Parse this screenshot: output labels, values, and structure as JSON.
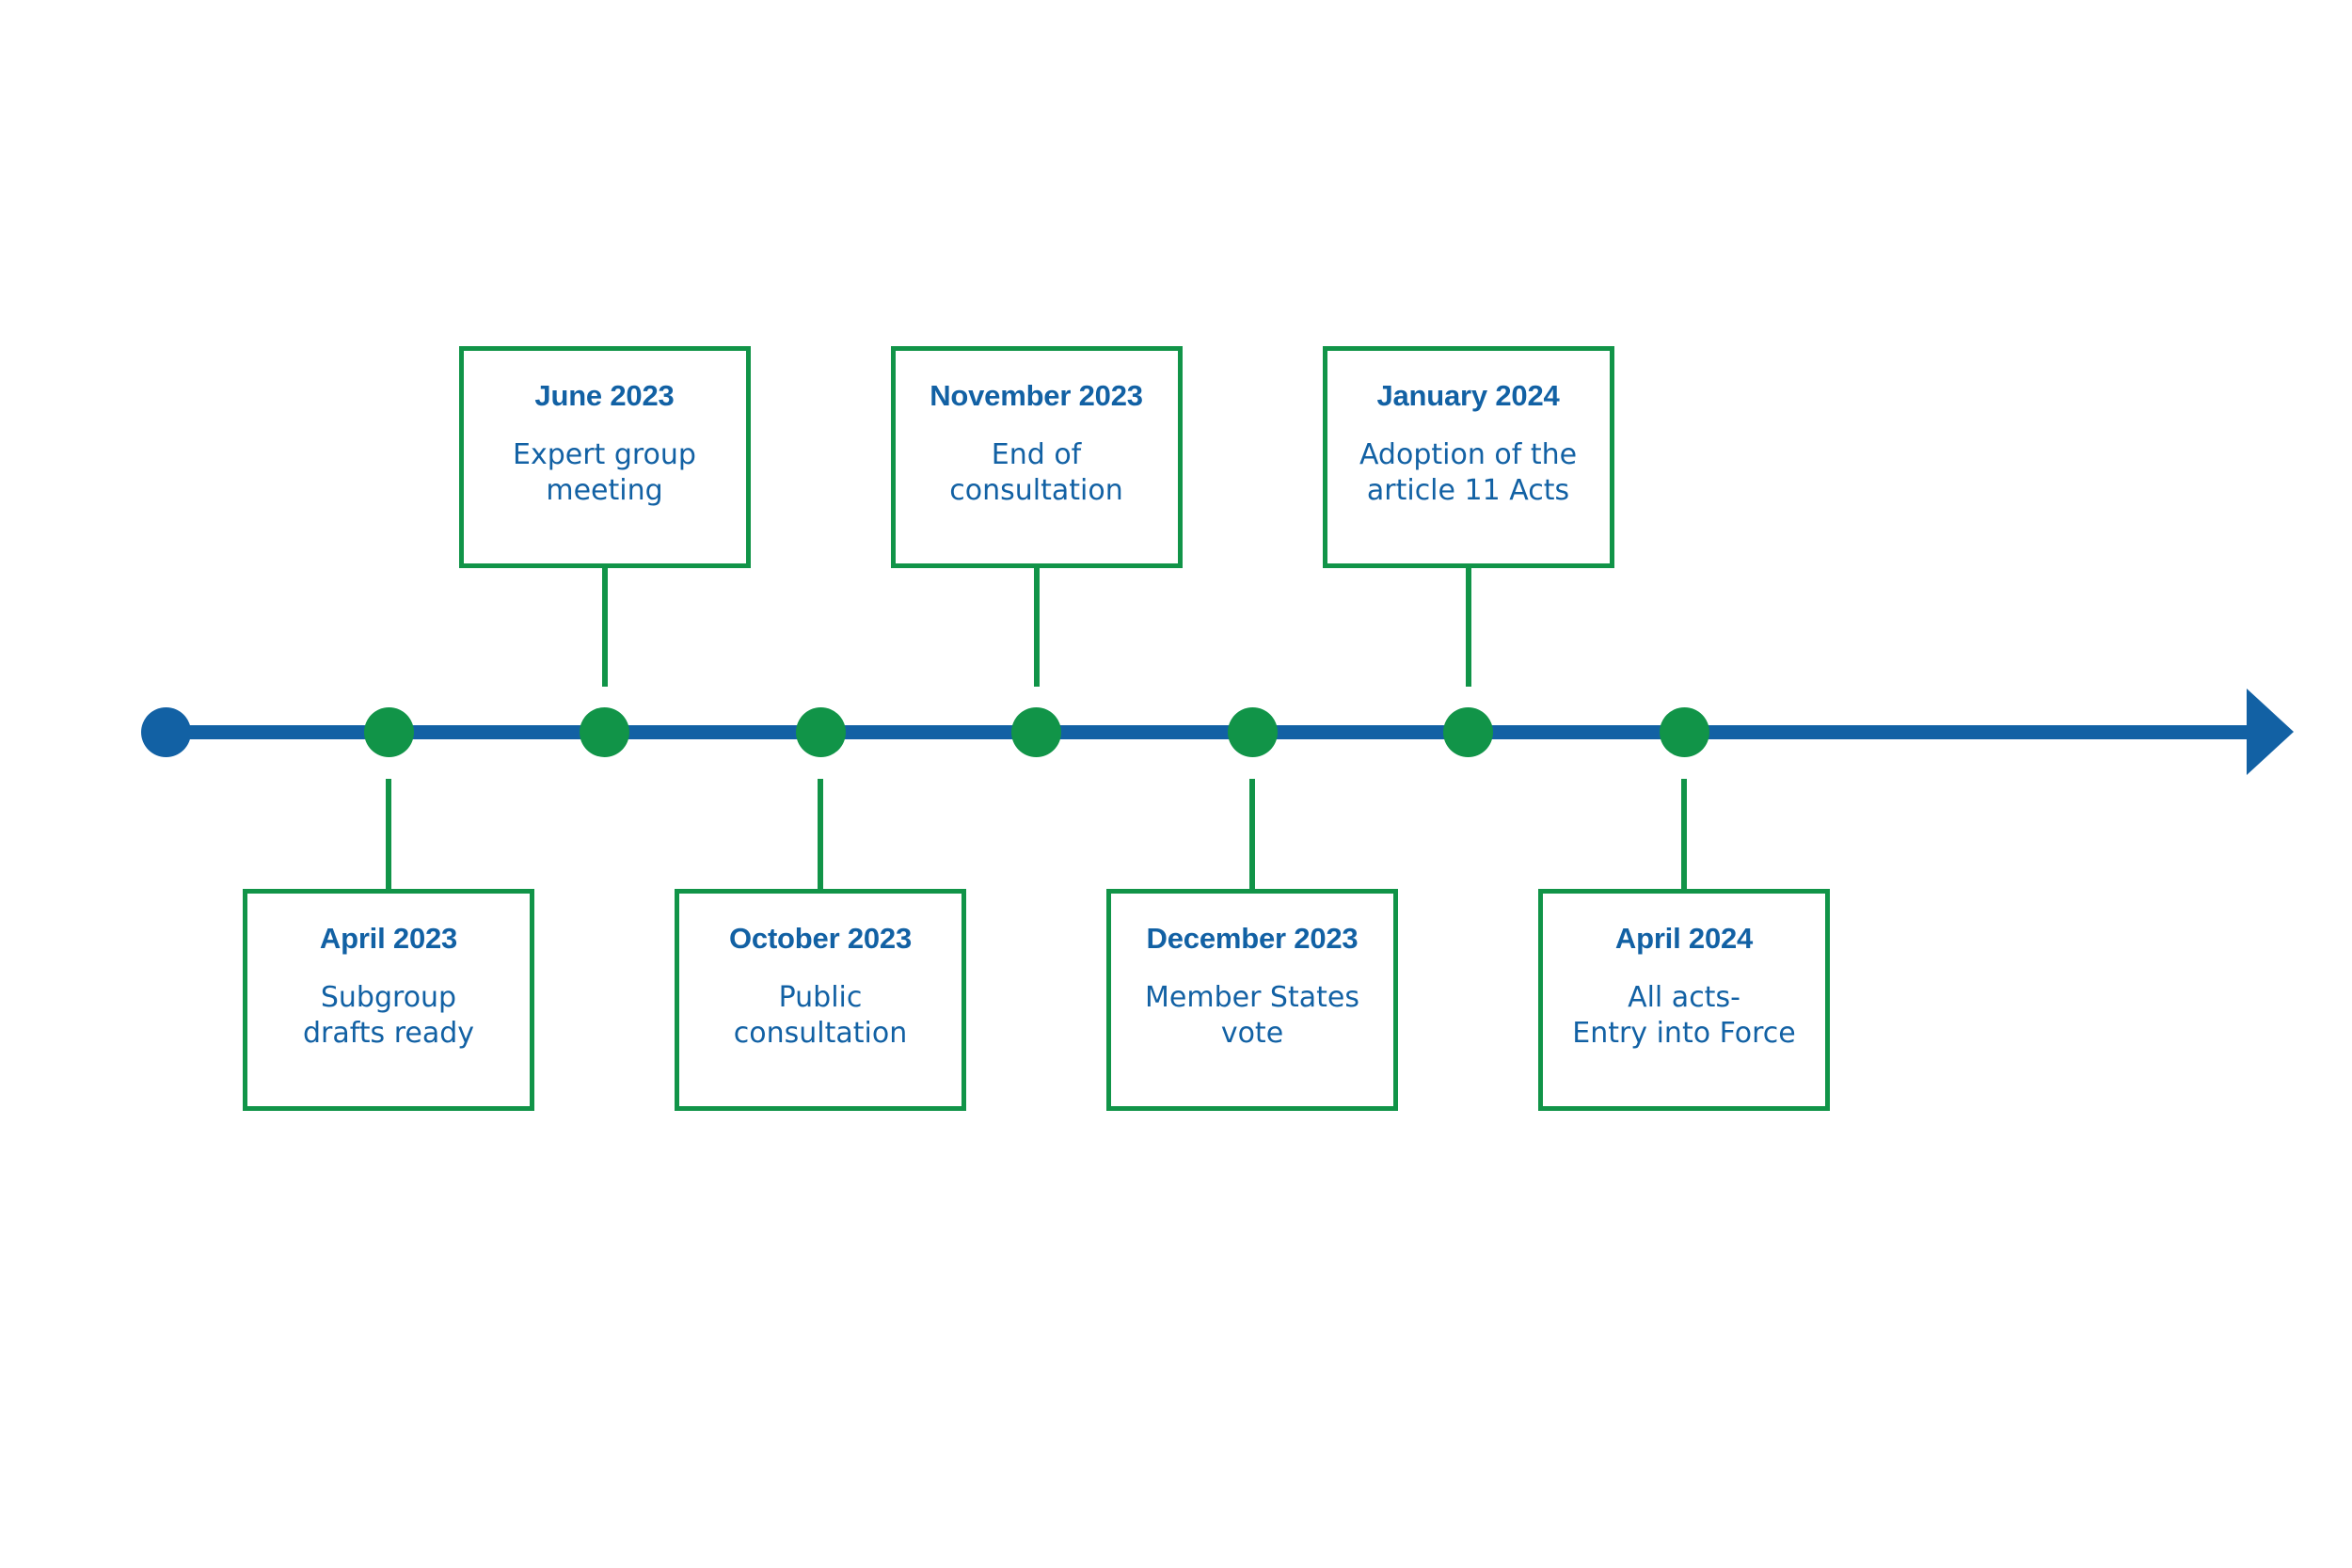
{
  "diagram": {
    "type": "timeline",
    "title": "",
    "colors": {
      "line": "#1261A4",
      "node": "#119448",
      "card_border": "#119448",
      "date_text": "#1261A4",
      "desc_text": "#1261A4",
      "background": "#ffffff"
    },
    "axis": {
      "start_marker": "start-dot",
      "end_marker": "arrow-right",
      "direction": "left-to-right"
    },
    "events": [
      {
        "id": "april-2023",
        "date": "April 2023",
        "description": "Subgroup\ndrafts ready",
        "position": "below",
        "index": 0
      },
      {
        "id": "june-2023",
        "date": "June 2023",
        "description": "Expert group\nmeeting",
        "position": "above",
        "index": 1
      },
      {
        "id": "october-2023",
        "date": "October 2023",
        "description": "Public\nconsultation",
        "position": "below",
        "index": 2
      },
      {
        "id": "november-2023",
        "date": "November 2023",
        "description": "End of\nconsultation",
        "position": "above",
        "index": 3
      },
      {
        "id": "december-2023",
        "date": "December 2023",
        "description": "Member States\nvote",
        "position": "below",
        "index": 4
      },
      {
        "id": "january-2024",
        "date": "January 2024",
        "description": "Adoption of the\narticle 11 Acts",
        "position": "above",
        "index": 5
      },
      {
        "id": "april-2024",
        "date": "April 2024",
        "description": "All acts-\nEntry into Force",
        "position": "below",
        "index": 6
      }
    ]
  }
}
